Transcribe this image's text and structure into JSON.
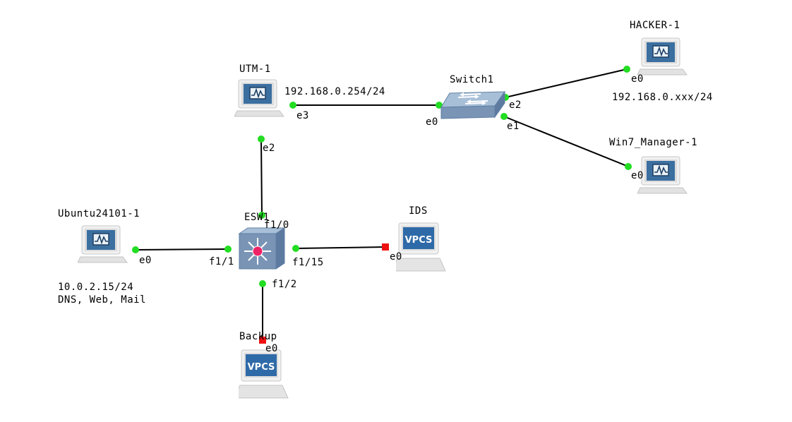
{
  "nodes": {
    "hacker": {
      "name": "HACKER-1",
      "icon": "computer-icon",
      "note": "192.168.0.xxx/24"
    },
    "utm": {
      "name": "UTM-1",
      "icon": "computer-icon"
    },
    "switch": {
      "name": "Switch1",
      "icon": "ethernet-switch-icon"
    },
    "win7": {
      "name": "Win7_Manager-1",
      "icon": "computer-icon"
    },
    "ubuntu": {
      "name": "Ubuntu24101-1",
      "icon": "computer-icon",
      "note_line1": "10.0.2.15/24",
      "note_line2": "DNS, Web, Mail"
    },
    "esw": {
      "name": "ESW1",
      "icon": "router-switch-icon"
    },
    "ids": {
      "name": "IDS",
      "icon": "vpcs-icon",
      "icon_text": "VPCS"
    },
    "backup": {
      "name": "Backup",
      "icon": "vpcs-icon",
      "icon_text": "VPCS"
    }
  },
  "ports": {
    "utm_e3": "e3",
    "utm_e2": "e2",
    "switch_e0": "e0",
    "switch_e2": "e2",
    "switch_e1": "e1",
    "hacker_e0": "e0",
    "win7_e0": "e0",
    "ubuntu_e0": "e0",
    "esw_f1_0": "f1/0",
    "esw_f1_1": "f1/1",
    "esw_f1_15": "f1/15",
    "esw_f1_2": "f1/2",
    "ids_e0": "e0",
    "backup_e0": "e0"
  },
  "link_notes": {
    "utm_switch": "192.168.0.254/24"
  },
  "colors": {
    "port_up": "#22dd22",
    "port_down": "#ee1111",
    "link": "#000000",
    "screen": "#3b6fa0"
  }
}
